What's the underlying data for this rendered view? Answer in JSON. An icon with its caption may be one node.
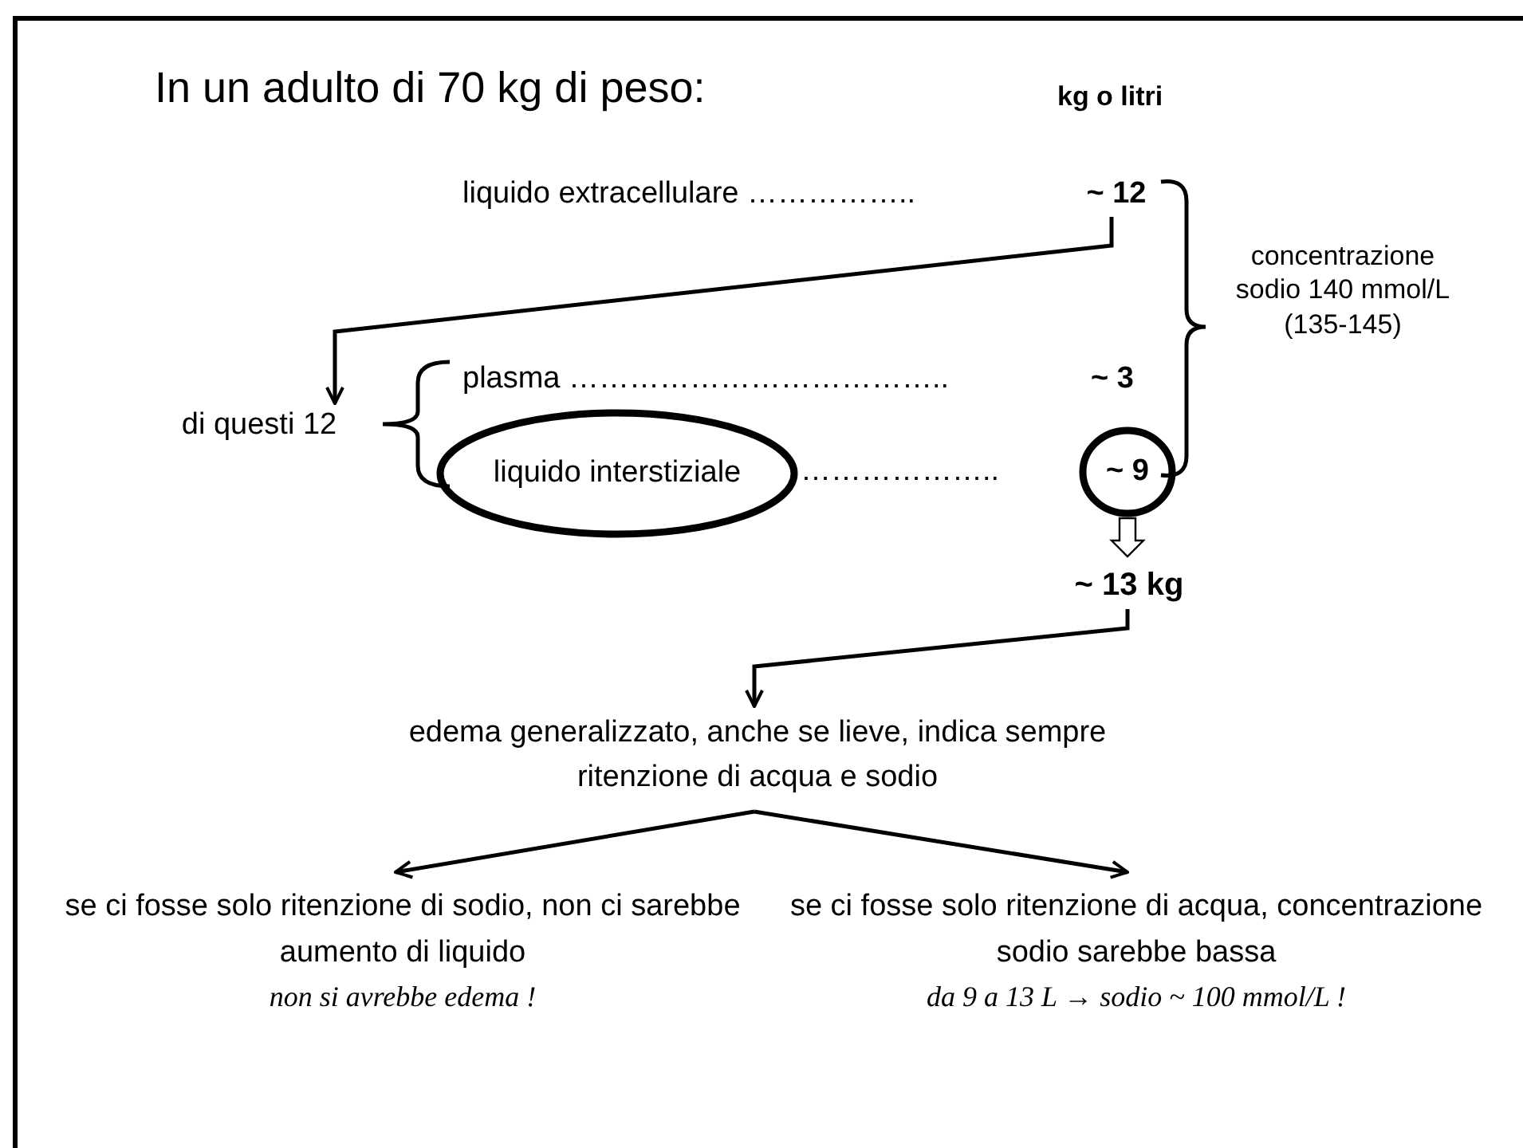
{
  "diagram": {
    "title": "In un adulto di 70 kg di peso:",
    "nodes": [
      {
        "text": [
          "~ 12"
        ]
      },
      {
        "text": [
          "di questi 12"
        ]
      },
      {
        "text": [
          "liquido interstiziale"
        ]
      },
      {
        "text": [
          "~ 9"
        ]
      },
      {
        "text": [
          "~ 13 kg"
        ]
      },
      {
        "text": [
          "edema generalizzato, anche se lieve, indica sempre ritenzione di acqua e sodio"
        ]
      },
      {
        "text": [
          "se ci fosse solo ritenzione di sodio, non ci sarebbe aumento di liquido",
          "non si avrebbe edema !"
        ]
      },
      {
        "text": [
          "se ci fosse solo ritenzione di acqua, concentrazione sodio sarebbe bassa",
          "da 9 a 13 L → sodio ~ 100 mmol/L !"
        ]
      }
    ],
    "edges": [
      {
        "from": 0,
        "to": 1,
        "arrow": "to"
      },
      {
        "from": 3,
        "to": 4,
        "arrow": "to",
        "style": "thick"
      },
      {
        "from": 4,
        "to": 5,
        "arrow": "to"
      },
      {
        "from": 5,
        "to": 6,
        "arrow": "to"
      },
      {
        "from": 5,
        "to": 7,
        "arrow": "to"
      }
    ],
    "labels": [
      "kg o litri",
      "liquido extracellulare ……………..",
      "plasma ………………………………..",
      "~ 3",
      "………………..",
      "concentrazione sodio 140 mmol/L (135-145)"
    ]
  }
}
